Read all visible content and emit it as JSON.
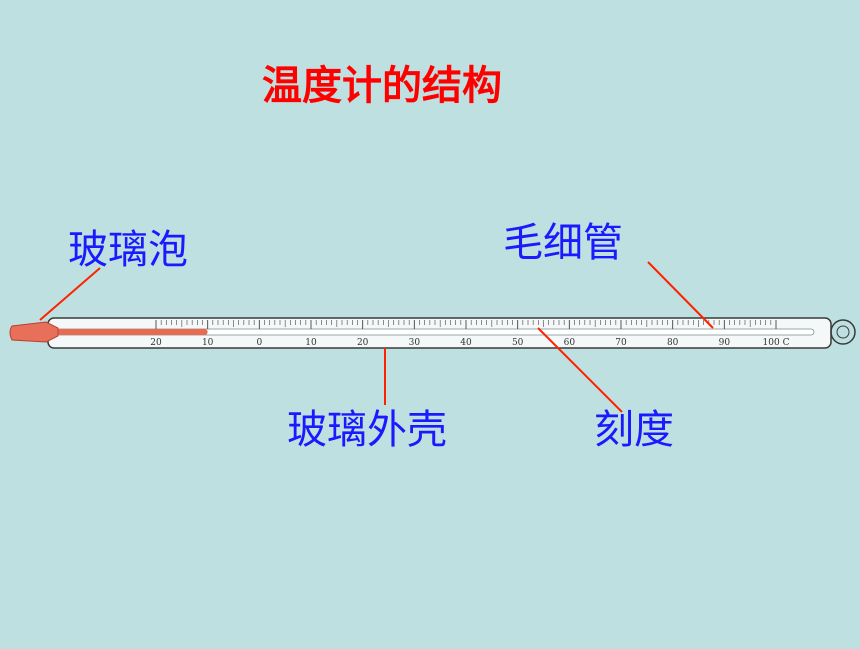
{
  "title": "温度计的结构",
  "labels": {
    "bulb": "玻璃泡",
    "capillary": "毛细管",
    "shell": "玻璃外壳",
    "scale": "刻度"
  },
  "thermometer": {
    "scale_min": -20,
    "scale_max": 100,
    "reading": -10,
    "tick_labels": [
      "20",
      "10",
      "0",
      "10",
      "20",
      "30",
      "40",
      "50",
      "60",
      "70",
      "80",
      "90",
      "100 C"
    ],
    "tick_values": [
      -20,
      -10,
      0,
      10,
      20,
      30,
      40,
      50,
      60,
      70,
      80,
      90,
      100
    ]
  },
  "colors": {
    "background": "#bfe0e0",
    "title": "#ff0000",
    "labels": "#1a1aff",
    "pointer_lines": "#ff2200",
    "liquid": "#e86a50",
    "bulb": "#e8705a"
  }
}
